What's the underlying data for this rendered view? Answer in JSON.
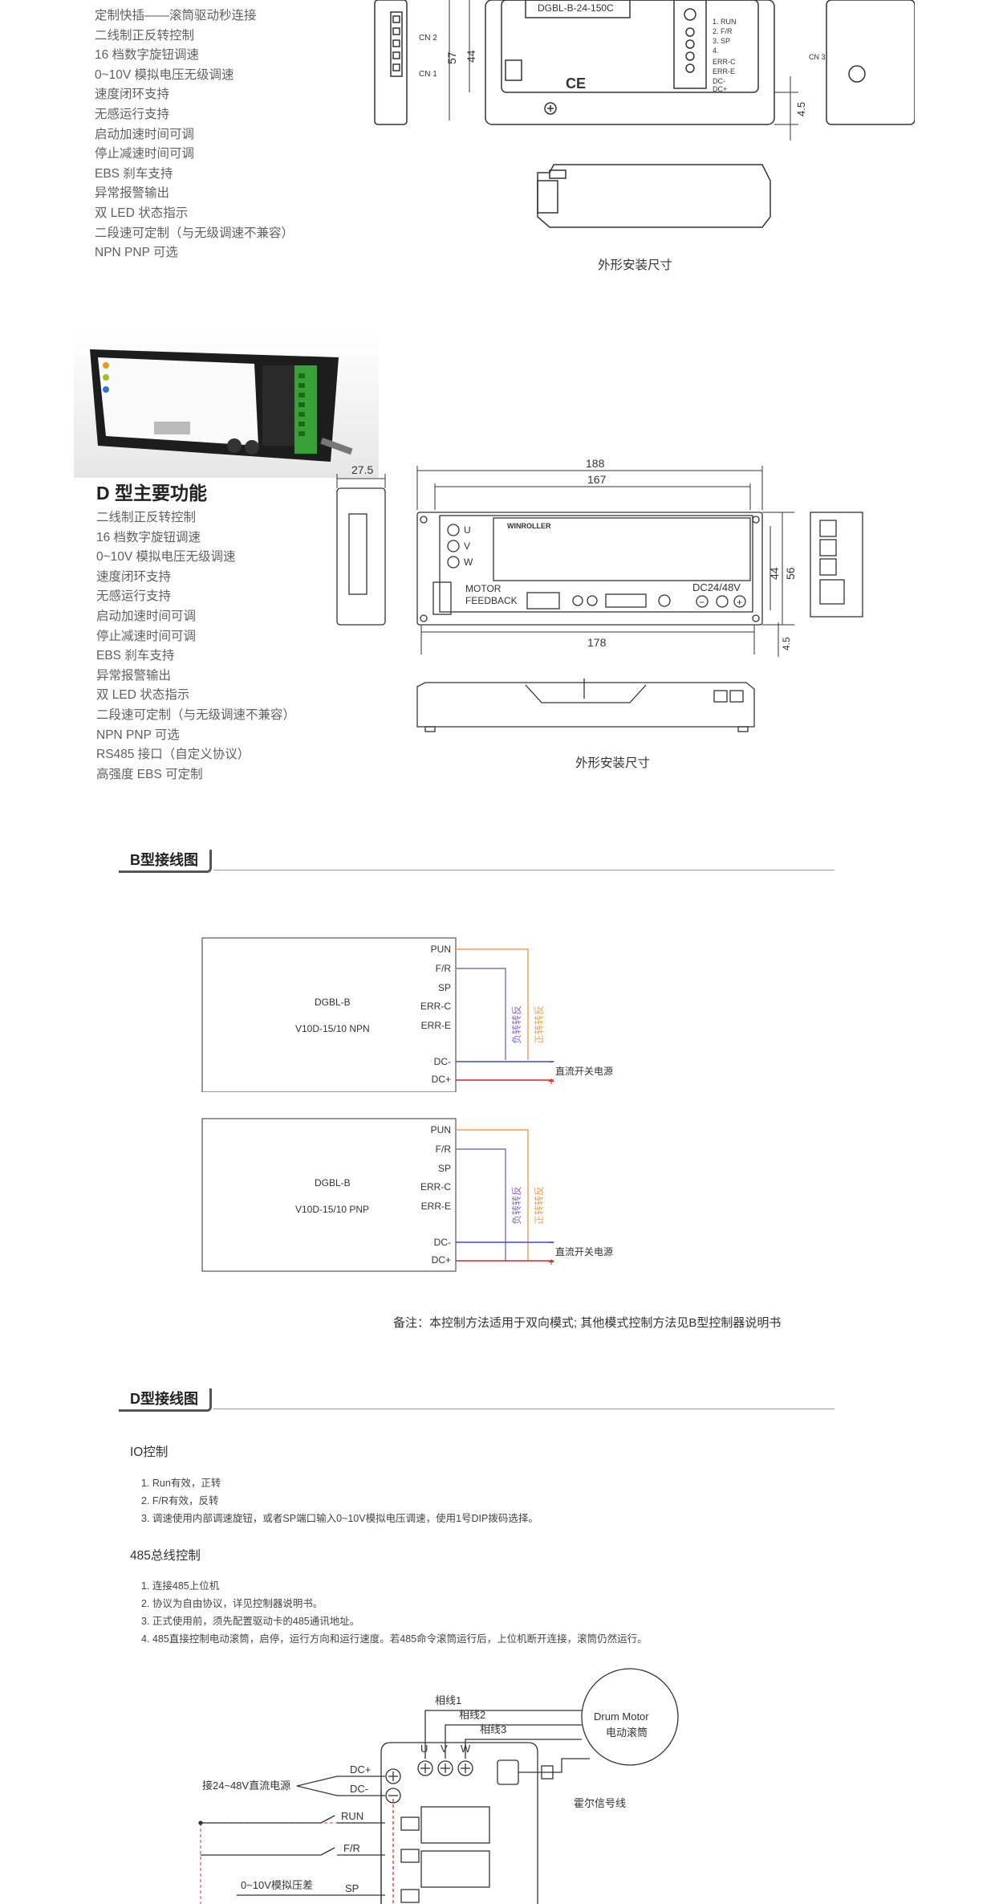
{
  "b_features": [
    "定制快插——滚筒驱动秒连接",
    "二线制正反转控制",
    "16 档数字旋钮调速",
    "0~10V 模拟电压无级调速",
    "速度闭环支持",
    "无感运行支持",
    "启动加速时间可调",
    "停止减速时间可调",
    "EBS 刹车支持",
    "异常报警输出",
    "双 LED 状态指示",
    "二段速可定制（与无级调速不兼容）",
    "NPN PNP 可选"
  ],
  "b_drawing": {
    "model_label": "DGBL-B-24-150C",
    "dim_57": "57",
    "dim_44": "44",
    "dim_45": "4.5",
    "cn2": "CN 2",
    "cn1": "CN 1",
    "cn3": "CN 3",
    "ce": "CE",
    "switch_labels": [
      "1. RUN",
      "2. F/R",
      "3. SP",
      "4.",
      "ERR-C",
      "ERR-E",
      "DC-",
      "DC+"
    ],
    "caption": "外形安装尺寸"
  },
  "d_title": "D 型主要功能",
  "d_features": [
    "二线制正反转控制",
    "16 档数字旋钮调速",
    "0~10V 模拟电压无级调速",
    "速度闭环支持",
    "无感运行支持",
    "启动加速时间可调",
    "停止减速时间可调",
    "EBS 刹车支持",
    "异常报警输出",
    "双 LED 状态指示",
    "二段速可定制（与无级调速不兼容）",
    "NPN PNP 可选",
    "RS485 接口（自定义协议）",
    "高强度 EBS 可定制"
  ],
  "d_drawing": {
    "dim_275": "27.5",
    "dim_188": "188",
    "dim_167": "167",
    "dim_178": "178",
    "dim_44": "44",
    "dim_56": "56",
    "dim_45": "4.5",
    "brand": "WINROLLER",
    "leds": [
      "U",
      "V",
      "W"
    ],
    "motor_feedback": [
      "MOTOR",
      "FEEDBACK"
    ],
    "dc_label": "DC24/48V",
    "caption": "外形安装尺寸"
  },
  "b_wiring": {
    "title": "B型接线图",
    "npn": {
      "model": "DGBL-B",
      "variant": "V10D-15/10 NPN",
      "pins": [
        "PUN",
        "F/R",
        "SP",
        "ERR-C",
        "ERR-E",
        "DC-",
        "DC+"
      ],
      "reverse_label": "负转转反",
      "forward_label": "正转转反",
      "power_label": "直流开关电源"
    },
    "pnp": {
      "model": "DGBL-B",
      "variant": "V10D-15/10 PNP",
      "pins": [
        "PUN",
        "F/R",
        "SP",
        "ERR-C",
        "ERR-E",
        "DC-",
        "DC+"
      ],
      "reverse_label": "负转转反",
      "forward_label": "正转转反",
      "power_label": "直流开关电源"
    },
    "note": "备注：本控制方法适用于双向模式; 其他模式控制方法见B型控制器说明书"
  },
  "d_wiring": {
    "title": "D型接线图",
    "io_title": "IO控制",
    "io_items": [
      "1. Run有效，正转",
      "2. F/R有效，反转",
      "3. 调速使用内部调速旋钮，或者SP端口输入0~10V模拟电压调速，使用1号DIP拨码选择。"
    ],
    "bus_title": "485总线控制",
    "bus_items": [
      "1. 连接485上位机",
      "2. 协议为自由协议，详见控制器说明书。",
      "3. 正式使用前，须先配置驱动卡的485通讯地址。",
      "4. 485直接控制电动滚筒，启停，运行方向和运行速度。若485命令滚筒运行后，上位机断开连接，滚筒仍然运行。"
    ],
    "diagram": {
      "phase1": "相线1",
      "phase2": "相线2",
      "phase3": "相线3",
      "u": "U",
      "v": "V",
      "w": "W",
      "motor_en": "Drum Motor",
      "motor_cn": "电动滚筒",
      "dc_plus": "DC+",
      "dc_minus": "DC-",
      "power": "接24~48V直流电源",
      "hall": "霍尔信号线",
      "run": "RUN",
      "fr": "F/R",
      "sp": "SP",
      "analog": "0~10V模拟压差"
    }
  },
  "colors": {
    "orange": "#f0a050",
    "purple": "#8a6ac8",
    "blue": "#3a4fd0",
    "red": "#e02020",
    "pink": "#d060b0"
  }
}
